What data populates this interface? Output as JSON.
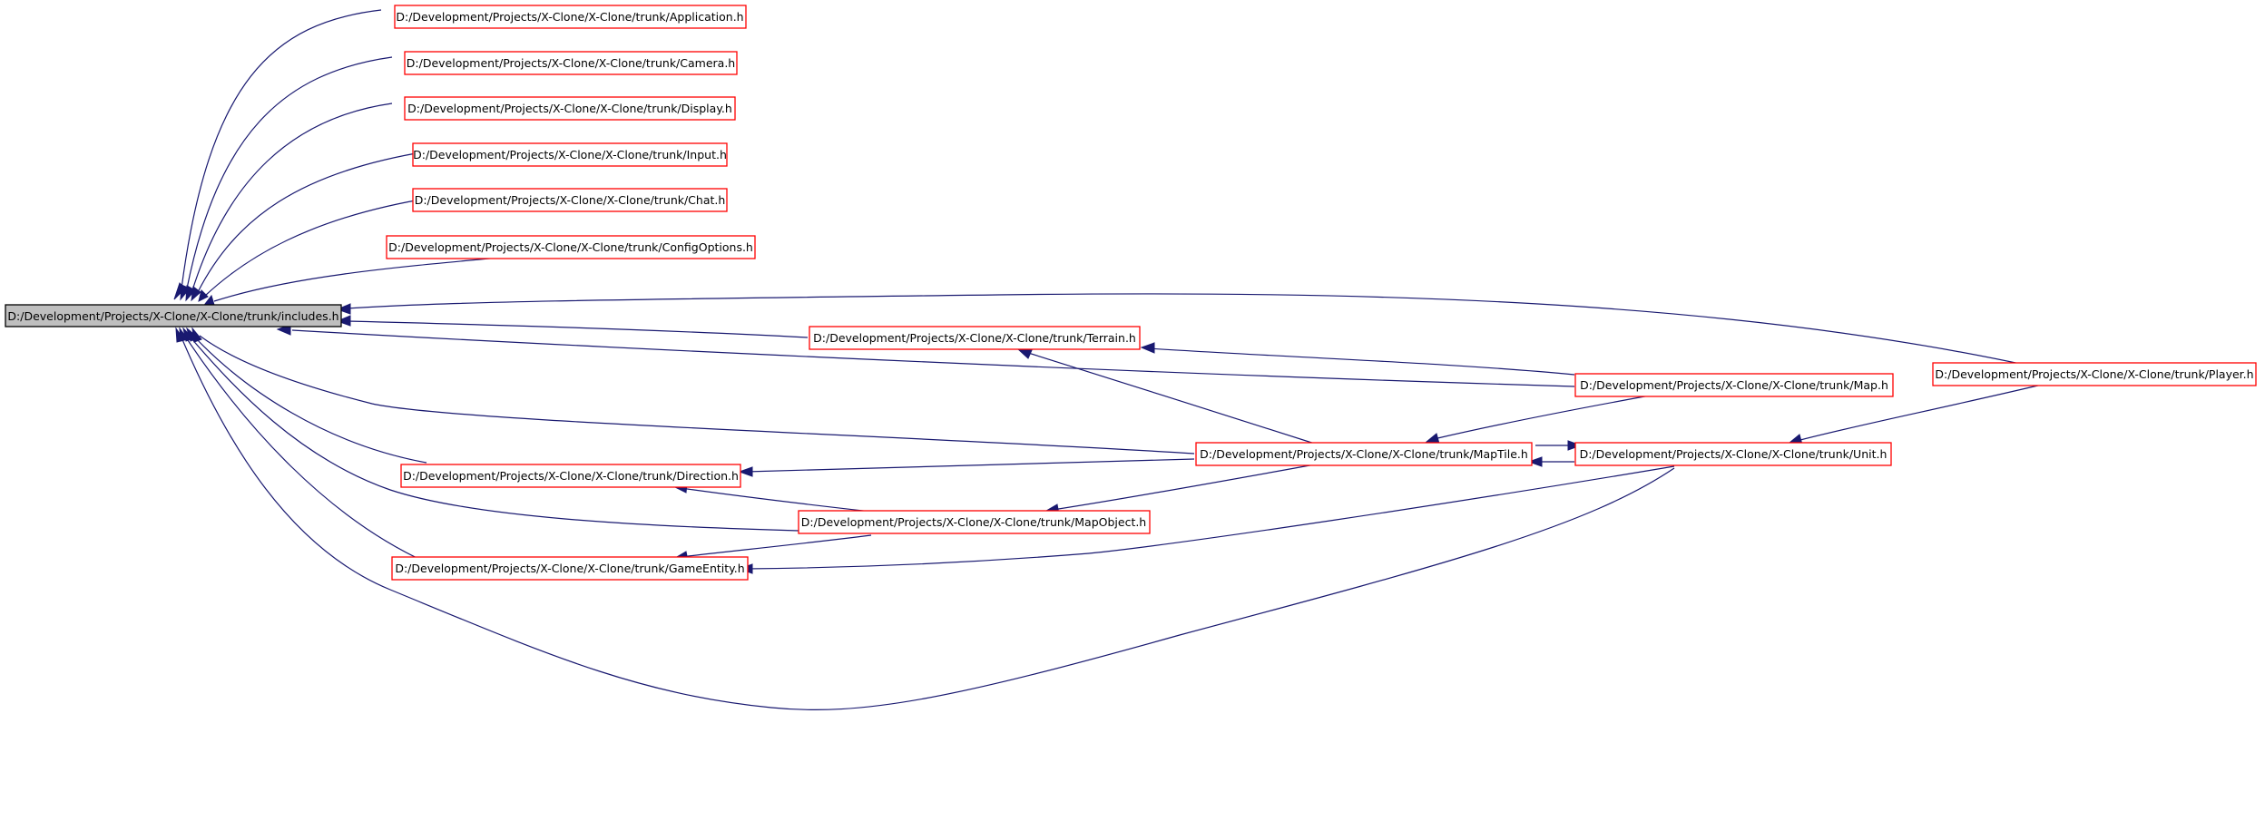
{
  "graph": {
    "root": "D:/Development/Projects/X-Clone/X-Clone/trunk/includes.h",
    "nodes": {
      "application": "D:/Development/Projects/X-Clone/X-Clone/trunk/Application.h",
      "camera": "D:/Development/Projects/X-Clone/X-Clone/trunk/Camera.h",
      "display": "D:/Development/Projects/X-Clone/X-Clone/trunk/Display.h",
      "input": "D:/Development/Projects/X-Clone/X-Clone/trunk/Input.h",
      "chat": "D:/Development/Projects/X-Clone/X-Clone/trunk/Chat.h",
      "configoptions": "D:/Development/Projects/X-Clone/X-Clone/trunk/ConfigOptions.h",
      "terrain": "D:/Development/Projects/X-Clone/X-Clone/trunk/Terrain.h",
      "map": "D:/Development/Projects/X-Clone/X-Clone/trunk/Map.h",
      "player": "D:/Development/Projects/X-Clone/X-Clone/trunk/Player.h",
      "maptile": "D:/Development/Projects/X-Clone/X-Clone/trunk/MapTile.h",
      "unit": "D:/Development/Projects/X-Clone/X-Clone/trunk/Unit.h",
      "direction": "D:/Development/Projects/X-Clone/X-Clone/trunk/Direction.h",
      "mapobject": "D:/Development/Projects/X-Clone/X-Clone/trunk/MapObject.h",
      "gameentity": "D:/Development/Projects/X-Clone/X-Clone/trunk/GameEntity.h"
    },
    "colors": {
      "edge": "#191970",
      "node_border": "#ff0000",
      "root_fill": "#bfbfbf",
      "root_border": "#000000"
    }
  }
}
